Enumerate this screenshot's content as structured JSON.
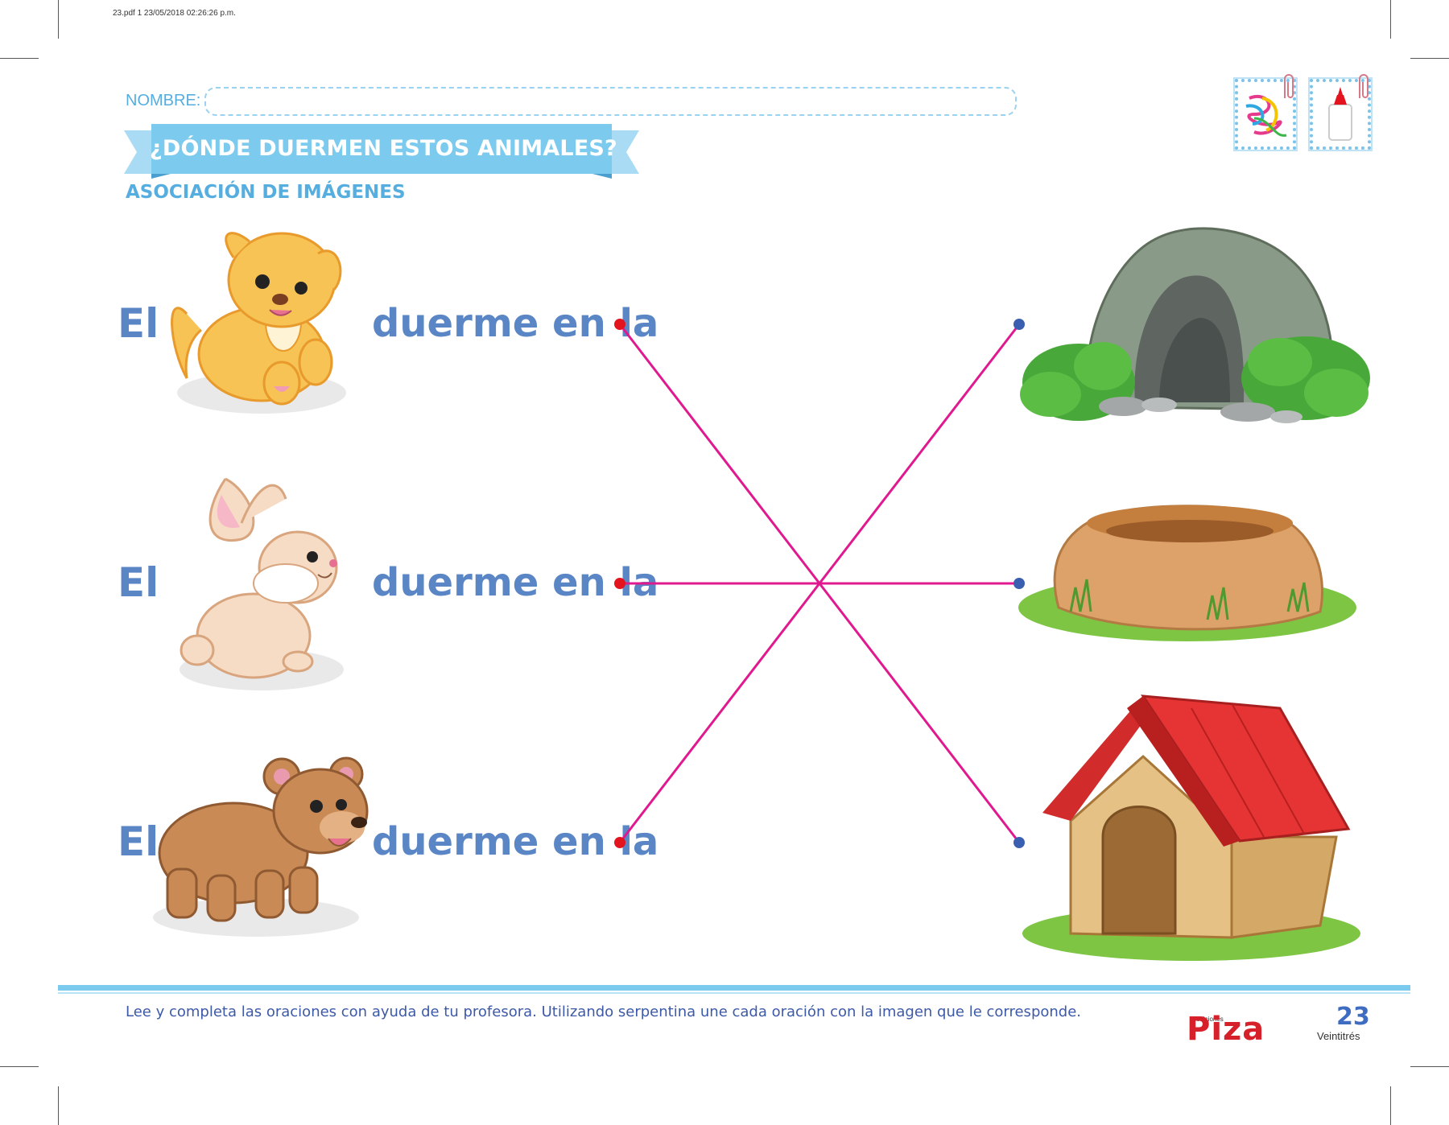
{
  "print_info": "23.pdf   1   23/05/2018   02:26:26 p.m.",
  "header": {
    "nombre_label": "NOMBRE:",
    "title": "¿DÓNDE DUERMEN ESTOS ANIMALES?",
    "subtitle": "ASOCIACIÓN DE IMÁGENES"
  },
  "tool_icons": [
    "streamer-icon",
    "glue-icon"
  ],
  "rows": [
    {
      "el": "El",
      "phrase": "duerme en la",
      "animal": "puppy-icon",
      "place": "cave-icon"
    },
    {
      "el": "El",
      "phrase": "duerme en la",
      "animal": "rabbit-icon",
      "place": "burrow-icon"
    },
    {
      "el": "El",
      "phrase": "duerme en la",
      "animal": "bear-icon",
      "place": "doghouse-icon"
    }
  ],
  "matches": [
    [
      0,
      2
    ],
    [
      1,
      1
    ],
    [
      2,
      0
    ]
  ],
  "colors": {
    "accent_blue": "#55aedf",
    "text_blue": "#5a86c6",
    "ribbon": "#7ccbee",
    "line_magenta": "#e0198f",
    "dot_red": "#e3141e",
    "dot_blue": "#3a5fb0"
  },
  "footer": {
    "instructions": "Lee y completa las oraciones con ayuda de tu profesora. Utilizando serpentina une cada oración con la imagen que le corresponde.",
    "brand_small": "ediciones",
    "brand": "Piza",
    "page_number": "23",
    "page_word": "Veintitrés"
  }
}
